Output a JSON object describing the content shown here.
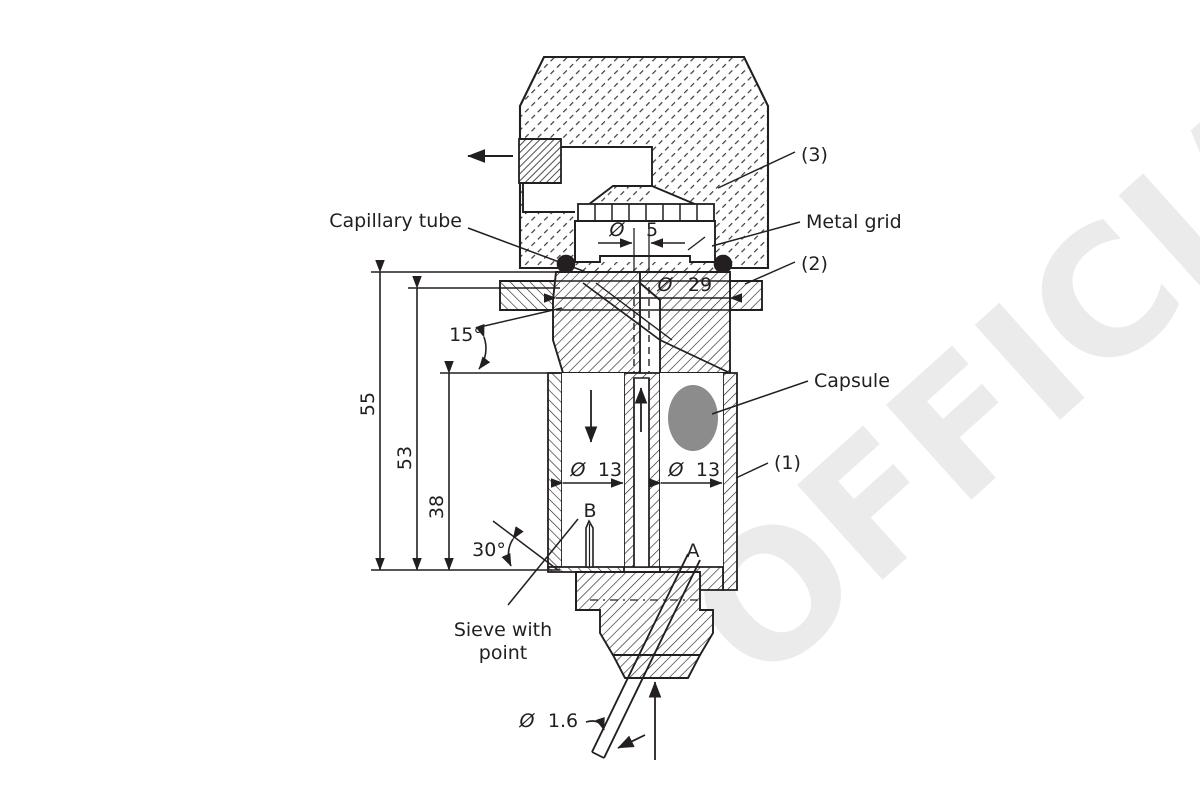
{
  "figure": {
    "title_visible": false,
    "type": "engineering-cross-section",
    "background": "#ffffff",
    "line_color": "#231f20",
    "capsule_fill": "#8c8c8c",
    "watermark_text": "OFFICIAL",
    "watermark_color": "#ebebeb"
  },
  "callouts": {
    "capillary_tube": "Capillary tube",
    "metal_grid": "Metal grid",
    "capsule": "Capsule",
    "sieve_with_point_line1": "Sieve with",
    "sieve_with_point_line2": "point",
    "item1": "(1)",
    "item2": "(2)",
    "item3": "(3)"
  },
  "dimensions": {
    "height_55": "55",
    "height_53": "53",
    "height_38": "38",
    "angle_15": "15°",
    "angle_30": "30°",
    "dia_symbol": "Ø",
    "dia_5": "5",
    "dia_29": "29",
    "dia_13_left": "13",
    "dia_13_right": "13",
    "dia_1_6": "1.6"
  },
  "chamber_labels": {
    "chamber_a": "A",
    "chamber_b": "B"
  }
}
